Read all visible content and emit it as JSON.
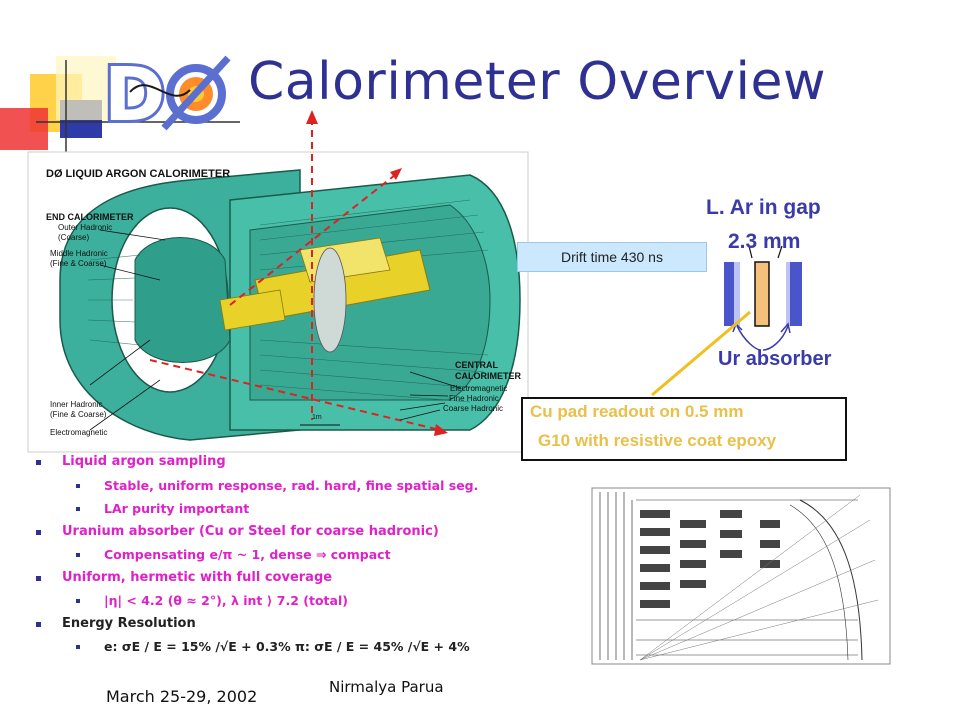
{
  "slide": {
    "title": "Calorimeter Overview",
    "logo_text": "DØ",
    "date": "March 25-29, 2002",
    "author": "Nirmalya Parua"
  },
  "diagram": {
    "heading": "DØ LIQUID ARGON CALORIMETER",
    "labels": {
      "end_calorimeter": "END CALORIMETER",
      "outer_hadronic": "Outer Hadronic",
      "outer_hadronic_sub": "(Coarse)",
      "middle_hadronic": "Middle Hadronic",
      "middle_hadronic_sub": "(Fine & Coarse)",
      "inner_hadronic": "Inner Hadronic",
      "inner_hadronic_sub": "(Fine & Coarse)",
      "electromagnetic_left": "Electromagnetic",
      "central_calorimeter": "CENTRAL",
      "central_calorimeter_2": "CALORIMETER",
      "cc_electromagnetic": "Electromagnetic",
      "cc_fine_hadronic": "Fine Hadronic",
      "cc_coarse_hadronic": "Coarse Hadronic",
      "scale": "1m"
    }
  },
  "gap_diagram": {
    "drift_time": "Drift time 430 ns",
    "lar_gap": "L. Ar in gap",
    "gap_width": "2.3 mm",
    "absorber": "Ur absorber",
    "cu_pad_line1": "Cu pad readout on 0.5 mm",
    "cu_pad_line2": "G10 with resistive coat epoxy"
  },
  "bullets": [
    {
      "level": 1,
      "text": "Liquid argon sampling"
    },
    {
      "level": 2,
      "text": "Stable, uniform response, rad. hard, fine spatial seg."
    },
    {
      "level": 2,
      "text": "LAr purity important"
    },
    {
      "level": 1,
      "text": "Uranium absorber (Cu or Steel for coarse hadronic)"
    },
    {
      "level": 2,
      "text": "Compensating e/π ~ 1, dense ⇒ compact"
    },
    {
      "level": 1,
      "text": "Uniform, hermetic with full coverage"
    },
    {
      "level": 2,
      "text": "|η| < 4.2 (θ ≈ 2°), λ int ⟩ 7.2  (total)"
    },
    {
      "level": 1,
      "text": "Energy Resolution"
    },
    {
      "level": 2,
      "text": "e:   σE / E = 15% /√E + 0.3%  π:  σE / E = 45% /√E +  4%"
    }
  ],
  "colors": {
    "title": "#2e3192",
    "bullet_l1": "#e020c8",
    "bullet_l2": "#e020c8",
    "cu_text": "#e8c04a",
    "gap_labels": "#3a3aaa",
    "calorimeter_fill": "#3cb09c",
    "inner_detail": "#e8d22a"
  }
}
